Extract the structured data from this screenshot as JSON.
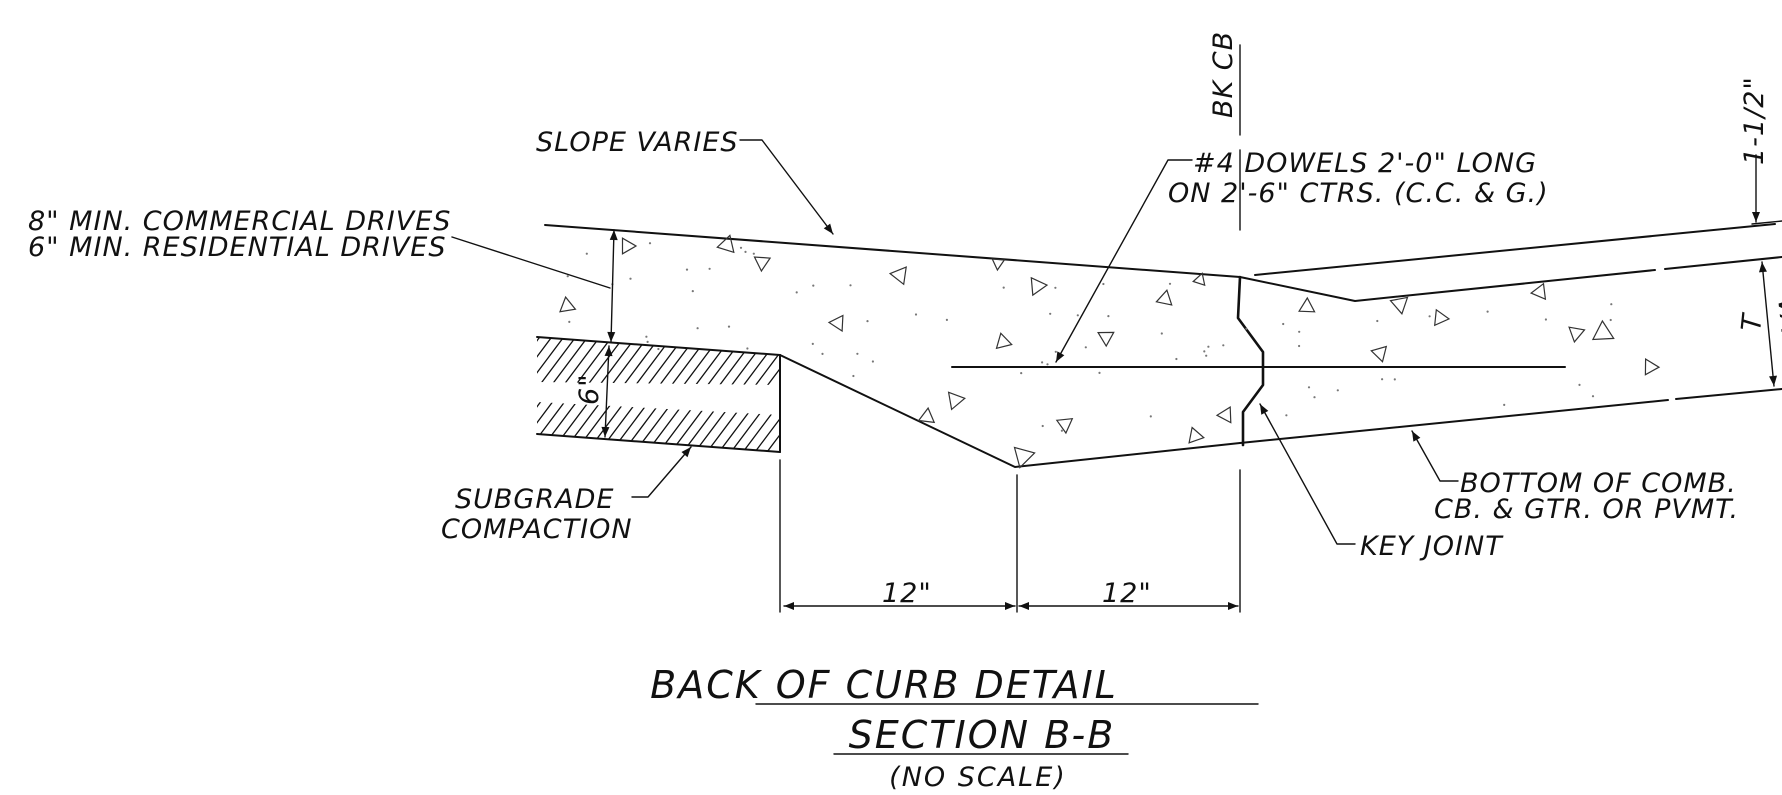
{
  "labels": {
    "bk_cb": "BK CB",
    "slope_varies": "SLOPE VARIES",
    "commercial_drives": "8\" MIN. COMMERCIAL DRIVES",
    "residential_drives": "6\" MIN. RESIDENTIAL DRIVES",
    "dowels_line1": "#4 DOWELS 2'-0\" LONG",
    "dowels_line2": "ON 2'-6\" CTRS. (C.C. & G.)",
    "top_thickness": "1-1/2\"",
    "t": "T",
    "varies": "VARIES",
    "six_inch": "6\"",
    "subgrade_line1": "SUBGRADE",
    "subgrade_line2": "COMPACTION",
    "bottom_line1": "BOTTOM OF COMB.",
    "bottom_line2": "CB. & GTR. OR PVMT.",
    "key_joint": "KEY JOINT",
    "dim_left": "12\"",
    "dim_right": "12\""
  },
  "title": {
    "main": "BACK OF CURB DETAIL",
    "section": "SECTION B-B",
    "scale": "(NO SCALE)"
  }
}
